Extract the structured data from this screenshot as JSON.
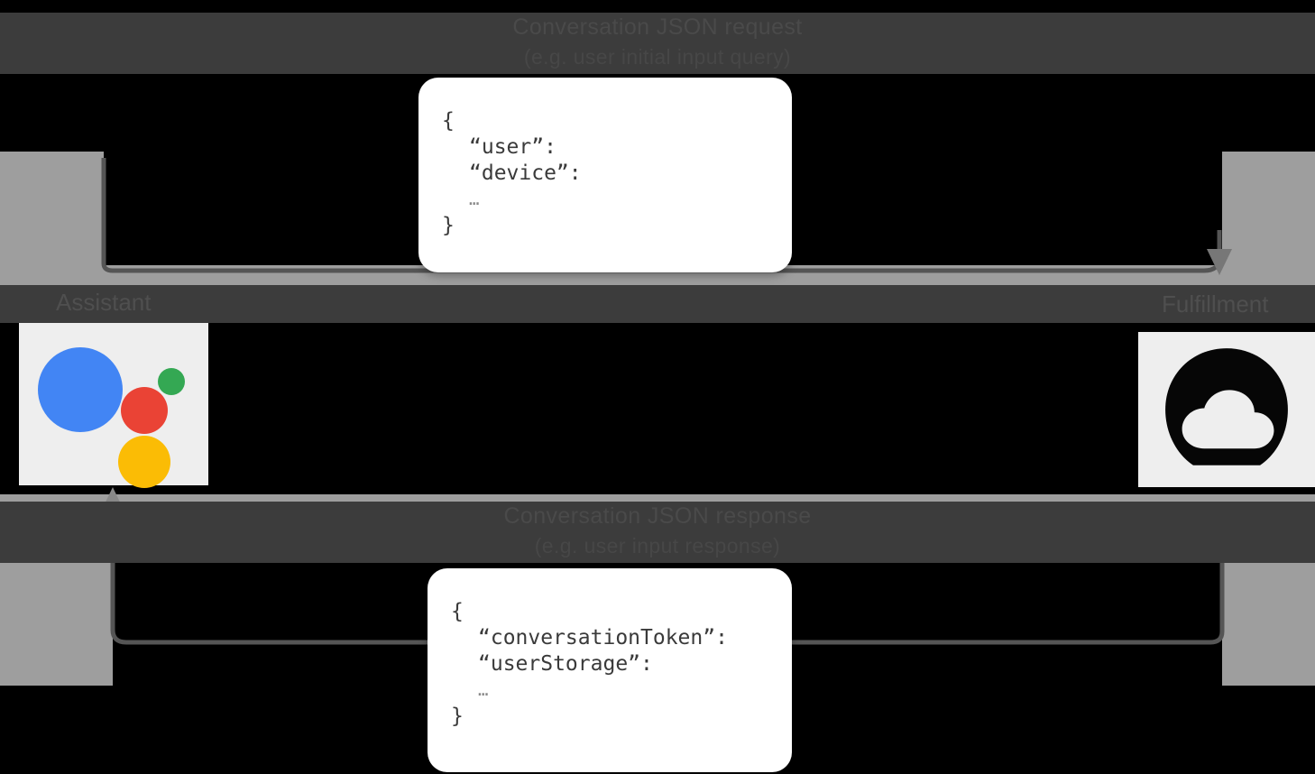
{
  "diagram": {
    "title": "Conversation JSON request",
    "top_caption": "Conversation JSON request",
    "top_subcaption": "(e.g. user initial input query)",
    "bottom_caption": "Conversation JSON response",
    "bottom_subcaption": "(e.g. user input response)",
    "left_node_label": "Assistant",
    "right_node_label": "Fulfillment",
    "left_node_icon": "google-assistant-logo",
    "right_node_icon": "cloud-icon",
    "colors": {
      "blue": "#4285F4",
      "red": "#EA4335",
      "green": "#34A853",
      "yellow": "#FBBC05",
      "tile_bg": "#eeeeee",
      "band": "#9e9e9e",
      "strip": "#3c3c3c",
      "caption_text": "#4a4a4a",
      "background": "#000000",
      "card_bg": "#ffffff"
    }
  },
  "request_card": {
    "line_open": "{",
    "line_1": "“user”:",
    "line_2": "“device”:",
    "line_ellipsis": "…",
    "line_close": "}"
  },
  "response_card": {
    "line_open": "{",
    "line_1": "“conversationToken”:",
    "line_2": "“userStorage”:",
    "line_ellipsis": "…",
    "line_close": "}"
  }
}
